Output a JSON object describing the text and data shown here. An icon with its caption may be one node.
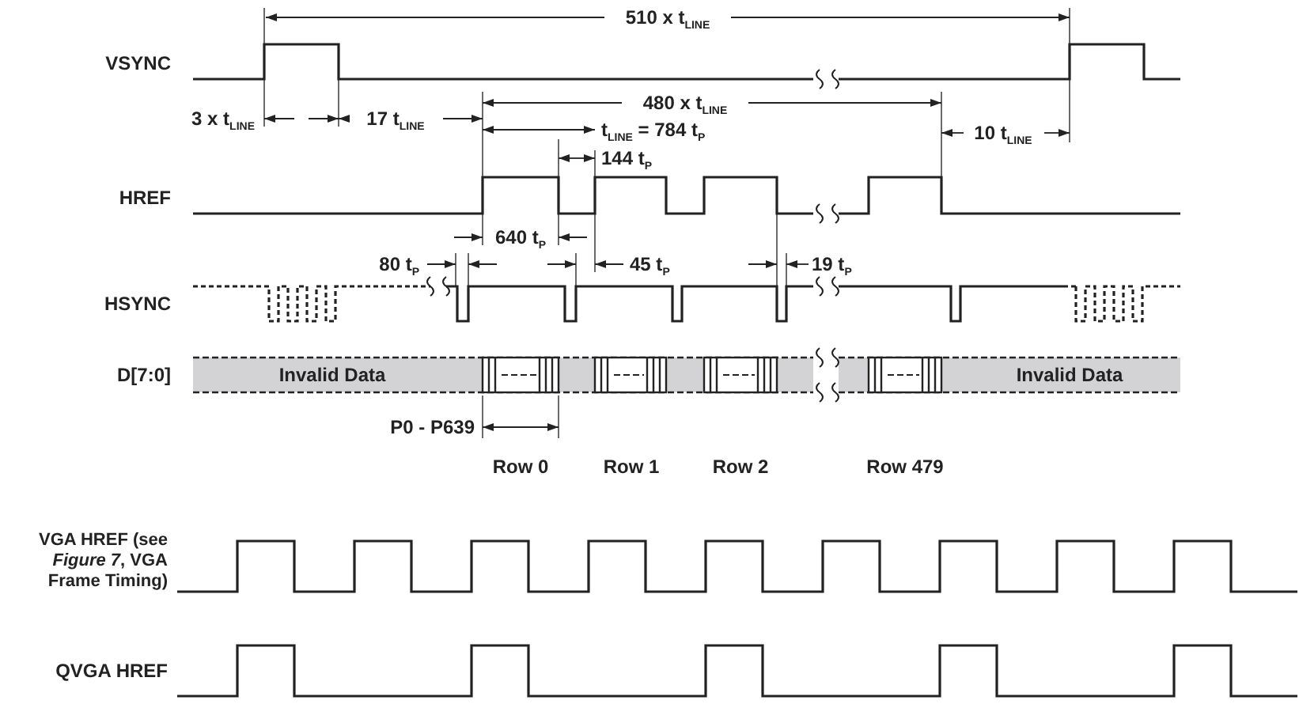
{
  "diagram": {
    "labels": [
      "510 x t$_{LINE}$",
      "VSYNC",
      "3 x t$_{LINE}$",
      "17 t$_{LINE}$",
      "480 x t$_{LINE}$",
      "t$_{LINE}$ = 784 t$_{P}$",
      "10 t$_{LINE}$",
      "144 t$_{P}$",
      "HREF",
      "640 t$_{P}$",
      "80 t$_{P}$",
      "45 t$_{P}$",
      "19 t$_{P}$",
      "HSYNC",
      "D[7:0]",
      "Invalid Data",
      "Invalid Data",
      "P0 - P639",
      "Row 0",
      "Row 1",
      "Row 2",
      "Row 479",
      "VGA HREF (see *Figure 7*, VGA Frame Timing)",
      "QVGA HREF"
    ]
  }
}
